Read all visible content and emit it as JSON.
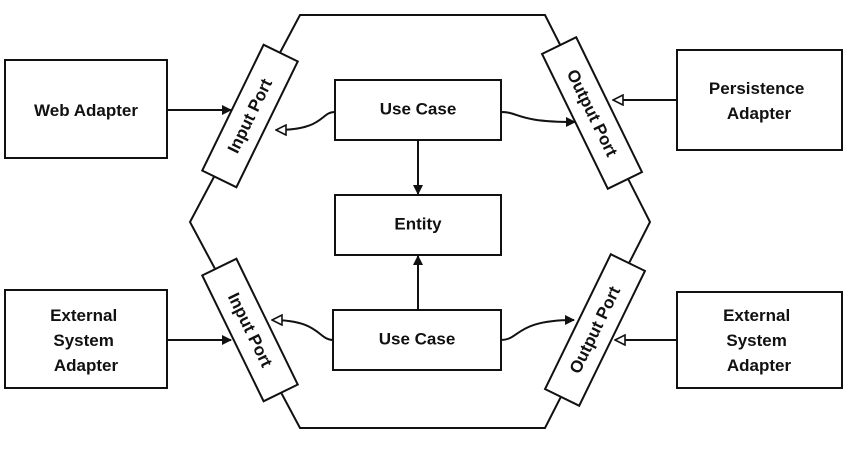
{
  "diagram": {
    "web_adapter": [
      "Web Adapter"
    ],
    "persistence_adapter": [
      "Persistence",
      "Adapter"
    ],
    "external_adapter_left": [
      "External",
      "System",
      "Adapter"
    ],
    "external_adapter_right": [
      "External",
      "System",
      "Adapter"
    ],
    "input_port_top": "Input Port",
    "input_port_bottom": "Input Port",
    "output_port_top": "Output Port",
    "output_port_bottom": "Output Port",
    "use_case_top": "Use Case",
    "use_case_bottom": "Use Case",
    "entity": "Entity"
  },
  "colors": {
    "stroke": "#111111",
    "fill": "#ffffff"
  }
}
